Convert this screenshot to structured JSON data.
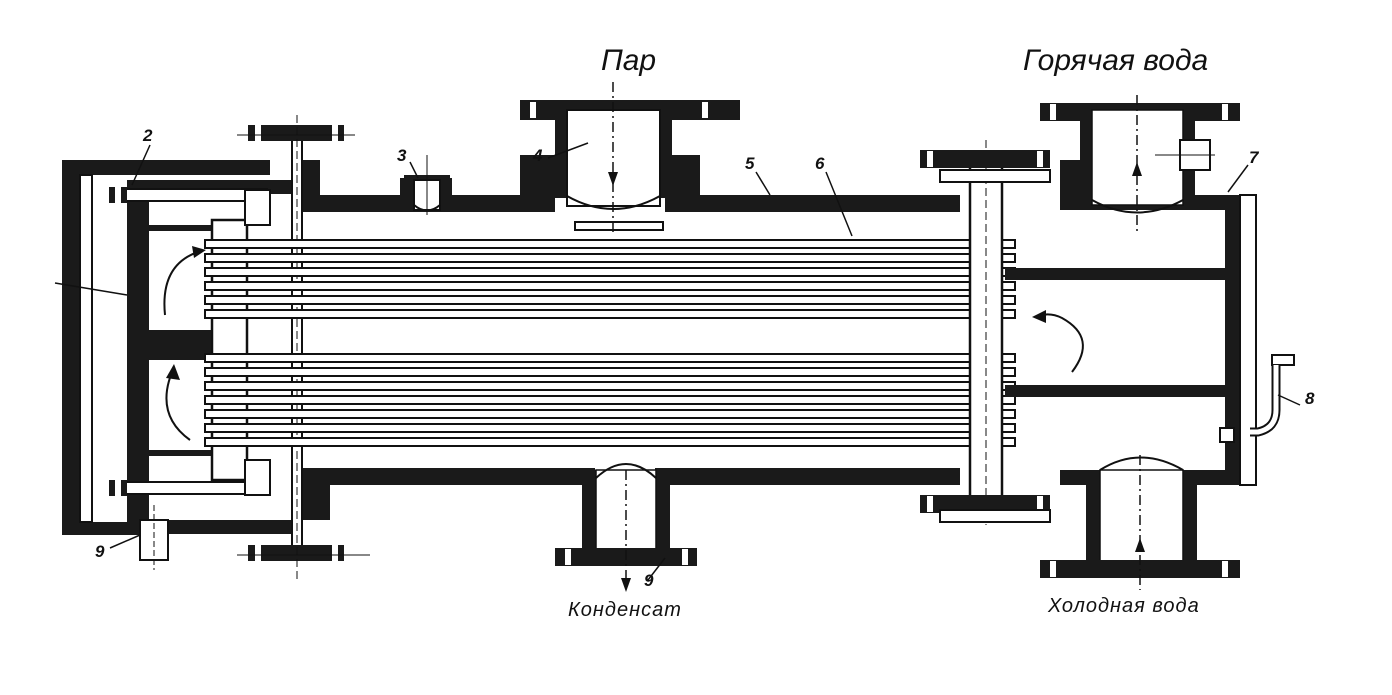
{
  "flows": {
    "steam": "Пар",
    "hot_water": "Горячая вода",
    "condensate": "Конденсат",
    "cold_water": "Холодная вода"
  },
  "callouts": {
    "n2": "2",
    "n3": "3",
    "n4": "4",
    "n5": "5",
    "n6": "6",
    "n7": "7",
    "n8": "8",
    "n9a": "9",
    "n9b": "9"
  },
  "colors": {
    "ink": "#111111",
    "wall": "#1a1a1a",
    "paper": "#ffffff"
  }
}
